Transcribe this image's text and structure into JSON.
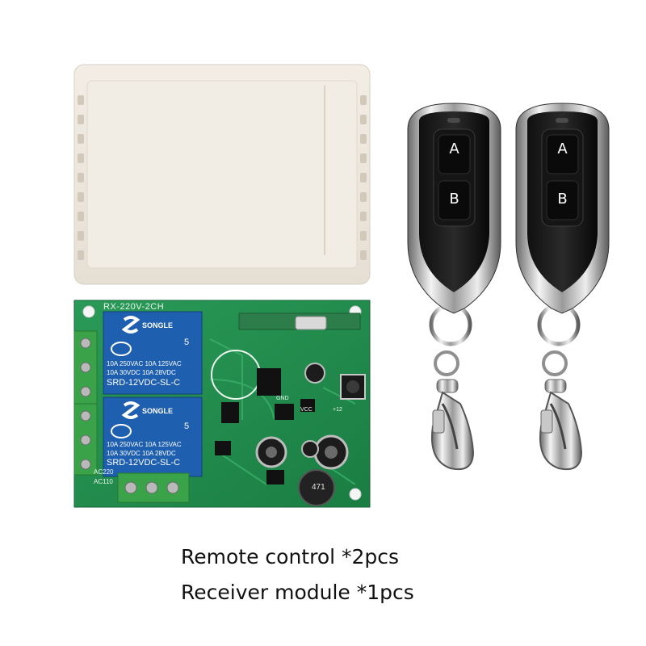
{
  "product_photo": {
    "enclosure": {
      "color": "#ece6dc"
    },
    "board": {
      "label": "RX-220V-2CH",
      "relays": [
        {
          "brand": "SONGLE",
          "rating_line1": "10A 250VAC  10A 125VAC",
          "rating_line2": "10A  30VDC  10A  28VDC",
          "model": "SRD-12VDC-SL-C",
          "mark": "5"
        },
        {
          "brand": "SONGLE",
          "rating_line1": "10A 250VAC  10A 125VAC",
          "rating_line2": "10A  30VDC  10A  28VDC",
          "model": "SRD-12VDC-SL-C",
          "mark": "5"
        }
      ],
      "pin_labels": [
        "GND",
        "VCC",
        "+12",
        "AC220",
        "AC110"
      ],
      "inductor_label": "471",
      "colors": {
        "pcb": "#1f8a4c",
        "relay": "#1f5fb0",
        "terminal": "#3aa34a"
      }
    },
    "remotes": [
      {
        "button_a": "A",
        "button_b": "B"
      },
      {
        "button_a": "A",
        "button_b": "B"
      }
    ]
  },
  "captions": {
    "line1": "Remote control *2pcs",
    "line2": "Receiver module *1pcs"
  }
}
